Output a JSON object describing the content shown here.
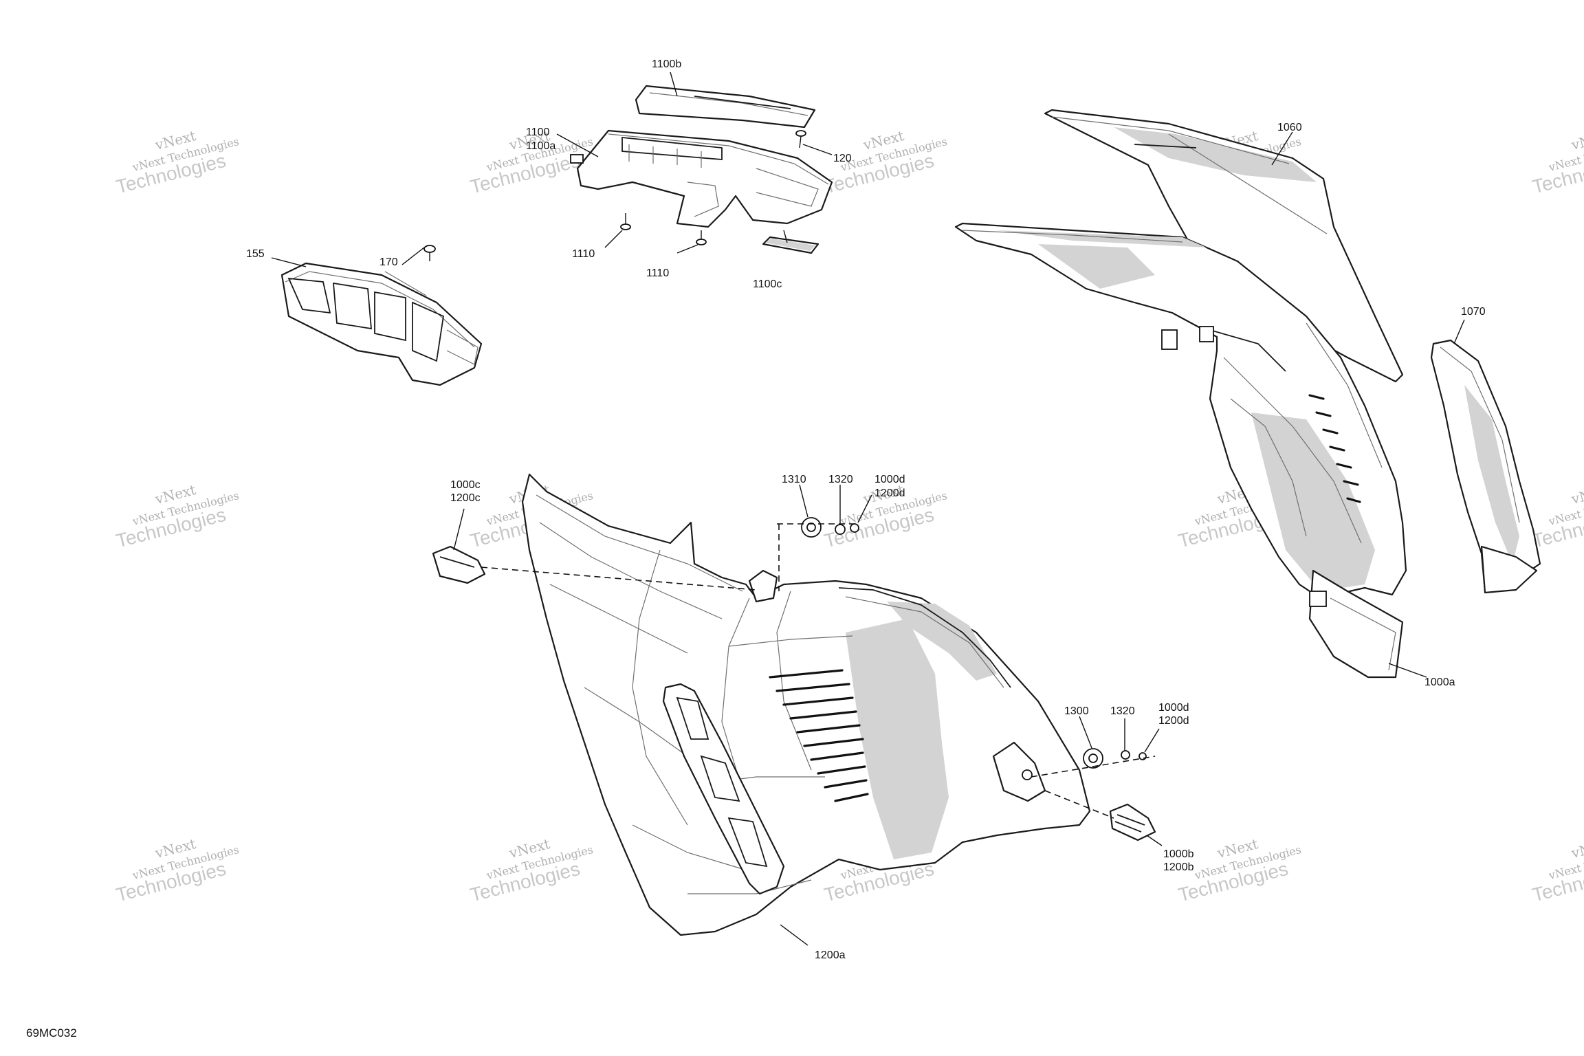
{
  "diagram_ref": "69MC032",
  "watermark": {
    "line1": "vNext",
    "line2": "vNext Technologies",
    "line3": "Technologies"
  },
  "callouts": {
    "c155": "155",
    "c170": "170",
    "c1100": "1100",
    "c1100a": "1100a",
    "c1100b": "1100b",
    "c1100c": "1100c",
    "c120": "120",
    "c1110_left": "1110",
    "c1110_right": "1110",
    "c1060": "1060",
    "c1070": "1070",
    "c1000a": "1000a",
    "c1000c": "1000c",
    "c1200c": "1200c",
    "c1310": "1310",
    "c1320_top": "1320",
    "c1000d_top": "1000d",
    "c1200d_top": "1200d",
    "c1300": "1300",
    "c1320_bot": "1320",
    "c1000d_bot": "1000d",
    "c1200d_bot": "1200d",
    "c1000b": "1000b",
    "c1200b": "1200b",
    "c1200a": "1200a"
  }
}
